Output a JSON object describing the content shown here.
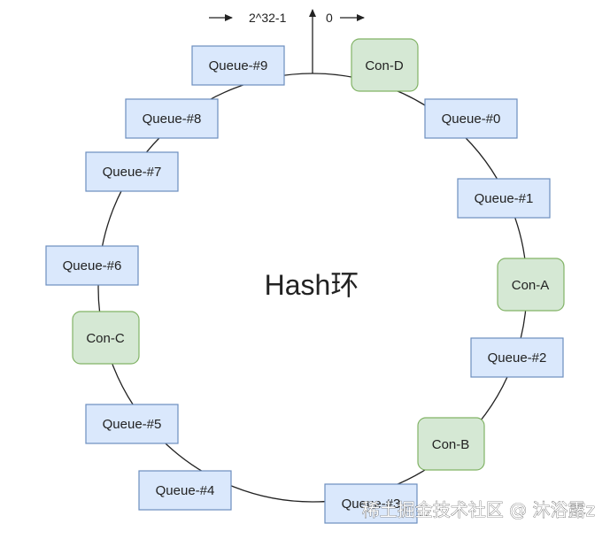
{
  "labels": {
    "wrap_max": "2^32-1",
    "wrap_zero": "0",
    "center": "Hash环",
    "watermark": "稀土掘金技术社区 @ 沐浴露z"
  },
  "colors": {
    "queue_fill": "#dae8fc",
    "queue_stroke": "#6c8ebf",
    "con_fill": "#d5e8d4",
    "con_stroke": "#82b366",
    "ring": "#222222"
  },
  "nodes": [
    {
      "id": "queue-9",
      "label": "Queue-#9",
      "kind": "queue"
    },
    {
      "id": "con-d",
      "label": "Con-D",
      "kind": "con"
    },
    {
      "id": "queue-0",
      "label": "Queue-#0",
      "kind": "queue"
    },
    {
      "id": "queue-8",
      "label": "Queue-#8",
      "kind": "queue"
    },
    {
      "id": "queue-7",
      "label": "Queue-#7",
      "kind": "queue"
    },
    {
      "id": "queue-1",
      "label": "Queue-#1",
      "kind": "queue"
    },
    {
      "id": "queue-6",
      "label": "Queue-#6",
      "kind": "queue"
    },
    {
      "id": "con-a",
      "label": "Con-A",
      "kind": "con"
    },
    {
      "id": "con-c",
      "label": "Con-C",
      "kind": "con"
    },
    {
      "id": "queue-2",
      "label": "Queue-#2",
      "kind": "queue"
    },
    {
      "id": "queue-5",
      "label": "Queue-#5",
      "kind": "queue"
    },
    {
      "id": "con-b",
      "label": "Con-B",
      "kind": "con"
    },
    {
      "id": "queue-4",
      "label": "Queue-#4",
      "kind": "queue"
    },
    {
      "id": "queue-3",
      "label": "Queue-#3",
      "kind": "queue"
    }
  ]
}
